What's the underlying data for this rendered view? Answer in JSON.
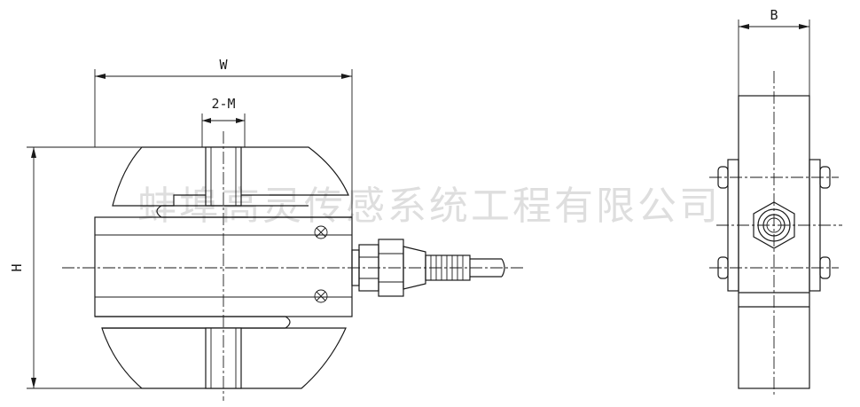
{
  "dimensions": {
    "width_label": "W",
    "mounting_label": "2-M",
    "height_label": "H",
    "depth_label": "B"
  },
  "watermark": "蚌埠高灵传感系统工程有限公司",
  "colors": {
    "line": "#1a1a1a",
    "background": "#ffffff"
  }
}
